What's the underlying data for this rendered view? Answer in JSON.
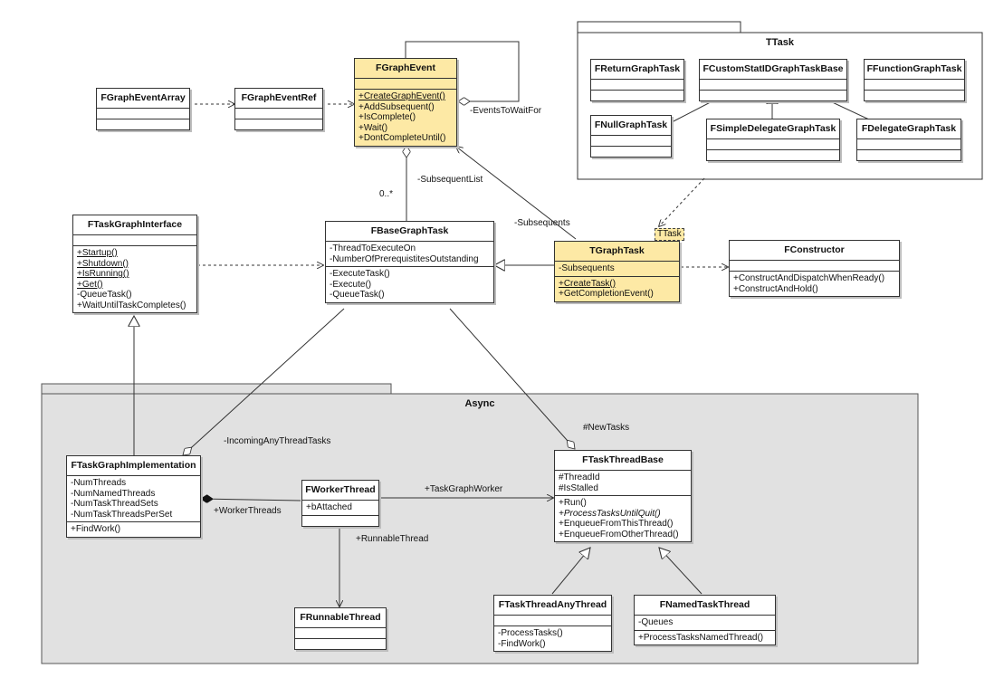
{
  "packages": {
    "ttask": {
      "title": "TTask"
    },
    "async": {
      "title": "Async"
    }
  },
  "classes": {
    "fgraph_event_array": {
      "name": "FGraphEventArray"
    },
    "fgraph_event_ref": {
      "name": "FGraphEventRef"
    },
    "fgraph_event": {
      "name": "FGraphEvent",
      "operations": [
        "+CreateGraphEvent()",
        "+AddSubsequent()",
        "+IsComplete()",
        "+Wait()",
        "+DontCompleteUntil()"
      ]
    },
    "freturn_graph_task": {
      "name": "FReturnGraphTask"
    },
    "fcustom_statid_graph_task_base": {
      "name": "FCustomStatIDGraphTaskBase"
    },
    "ffunction_graph_task": {
      "name": "FFunctionGraphTask"
    },
    "fnull_graph_task": {
      "name": "FNullGraphTask"
    },
    "fsimple_delegate_graph_task": {
      "name": "FSimpleDelegateGraphTask"
    },
    "fdelegate_graph_task": {
      "name": "FDelegateGraphTask"
    },
    "ftask_graph_interface": {
      "name": "FTaskGraphInterface",
      "operations": [
        "+Startup()",
        "+Shutdown()",
        "+IsRunning()",
        "+Get()",
        "-QueueTask()",
        "+WaitUntilTaskCompletes()"
      ]
    },
    "fbase_graph_task": {
      "name": "FBaseGraphTask",
      "attributes": [
        "-ThreadToExecuteOn",
        "-NumberOfPrerequistitesOutstanding"
      ],
      "operations": [
        "-ExecuteTask()",
        "-Execute()",
        "-QueueTask()"
      ]
    },
    "tgraph_task": {
      "name": "TGraphTask",
      "template_param": "TTask",
      "attributes": [
        "-Subsequents"
      ],
      "operations": [
        "+CreateTask()",
        "+GetCompletionEvent()"
      ]
    },
    "fconstructor": {
      "name": "FConstructor",
      "operations": [
        "+ConstructAndDispatchWhenReady()",
        "+ConstructAndHold()"
      ]
    },
    "ftask_graph_implementation": {
      "name": "FTaskGraphImplementation",
      "attributes": [
        "-NumThreads",
        "-NumNamedThreads",
        "-NumTaskThreadSets",
        "-NumTaskThreadsPerSet"
      ],
      "operations": [
        "+FindWork()"
      ]
    },
    "fworker_thread": {
      "name": "FWorkerThread",
      "attributes": [
        "+bAttached"
      ]
    },
    "frunnable_thread": {
      "name": "FRunnableThread"
    },
    "ftask_thread_base": {
      "name": "FTaskThreadBase",
      "attributes": [
        "#ThreadId",
        "#IsStalled"
      ],
      "operations": [
        "+Run()",
        "+ProcessTasksUntilQuit()",
        "+EnqueueFromThisThread()",
        "+EnqueueFromOtherThread()"
      ]
    },
    "ftask_thread_any_thread": {
      "name": "FTaskThreadAnyThread",
      "operations": [
        "-ProcessTasks()",
        "-FindWork()"
      ]
    },
    "fnamed_task_thread": {
      "name": "FNamedTaskThread",
      "attributes": [
        "-Queues"
      ],
      "operations": [
        "+ProcessTasksNamedThread()"
      ]
    }
  },
  "relations": {
    "events_to_wait_for": "-EventsToWaitFor",
    "subsequent_list": "-SubsequentList",
    "multiplicity": "0..*",
    "subsequents": "-Subsequents",
    "incoming_any_thread_tasks": "-IncomingAnyThreadTasks",
    "new_tasks": "#NewTasks",
    "worker_threads": "+WorkerThreads",
    "task_graph_worker": "+TaskGraphWorker",
    "runnable_thread": "+RunnableThread"
  },
  "colors": {
    "highlight": "#fde9a5",
    "package_fill": "#e1e1e1",
    "line": "#333333"
  }
}
